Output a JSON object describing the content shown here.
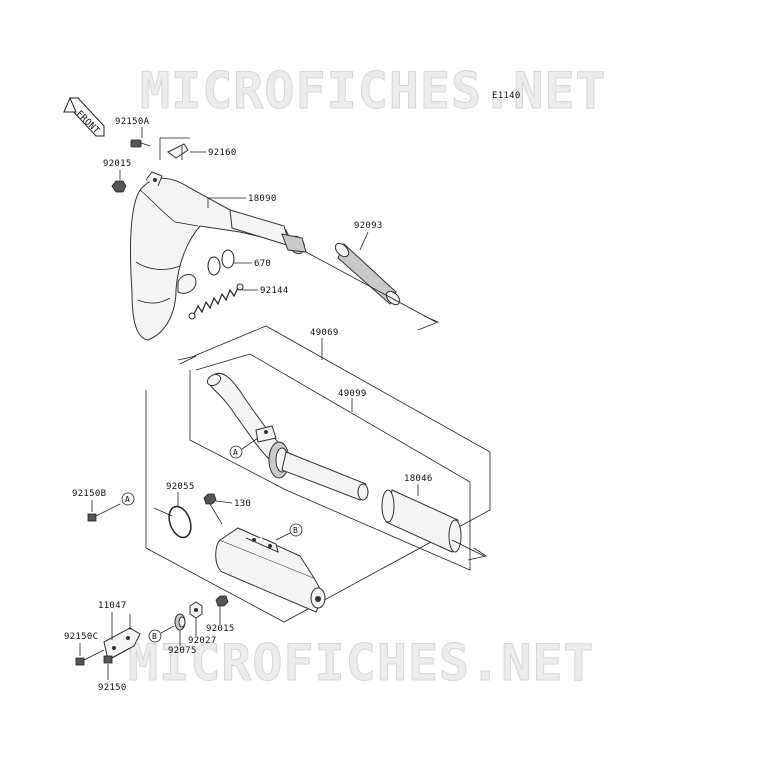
{
  "watermark_top": "MICROFICHES.NET",
  "watermark_bottom": "MICROFICHES.NET",
  "diagram_code": "E1140",
  "front_label": "FRONT",
  "callouts": {
    "a_markers": [
      "A",
      "A"
    ],
    "b_markers": [
      "B",
      "B"
    ]
  },
  "parts": {
    "p92150A": "92150A",
    "p92160": "92160",
    "p92015_top": "92015",
    "p18090": "18090",
    "p670": "670",
    "p92093": "92093",
    "p92144": "92144",
    "p49069": "49069",
    "p49099": "49099",
    "p18046": "18046",
    "p92150B": "92150B",
    "p92055": "92055",
    "p130": "130",
    "p11047": "11047",
    "p92150C": "92150C",
    "p92075": "92075",
    "p92027": "92027",
    "p92015_bottom": "92015",
    "p92150": "92150"
  }
}
